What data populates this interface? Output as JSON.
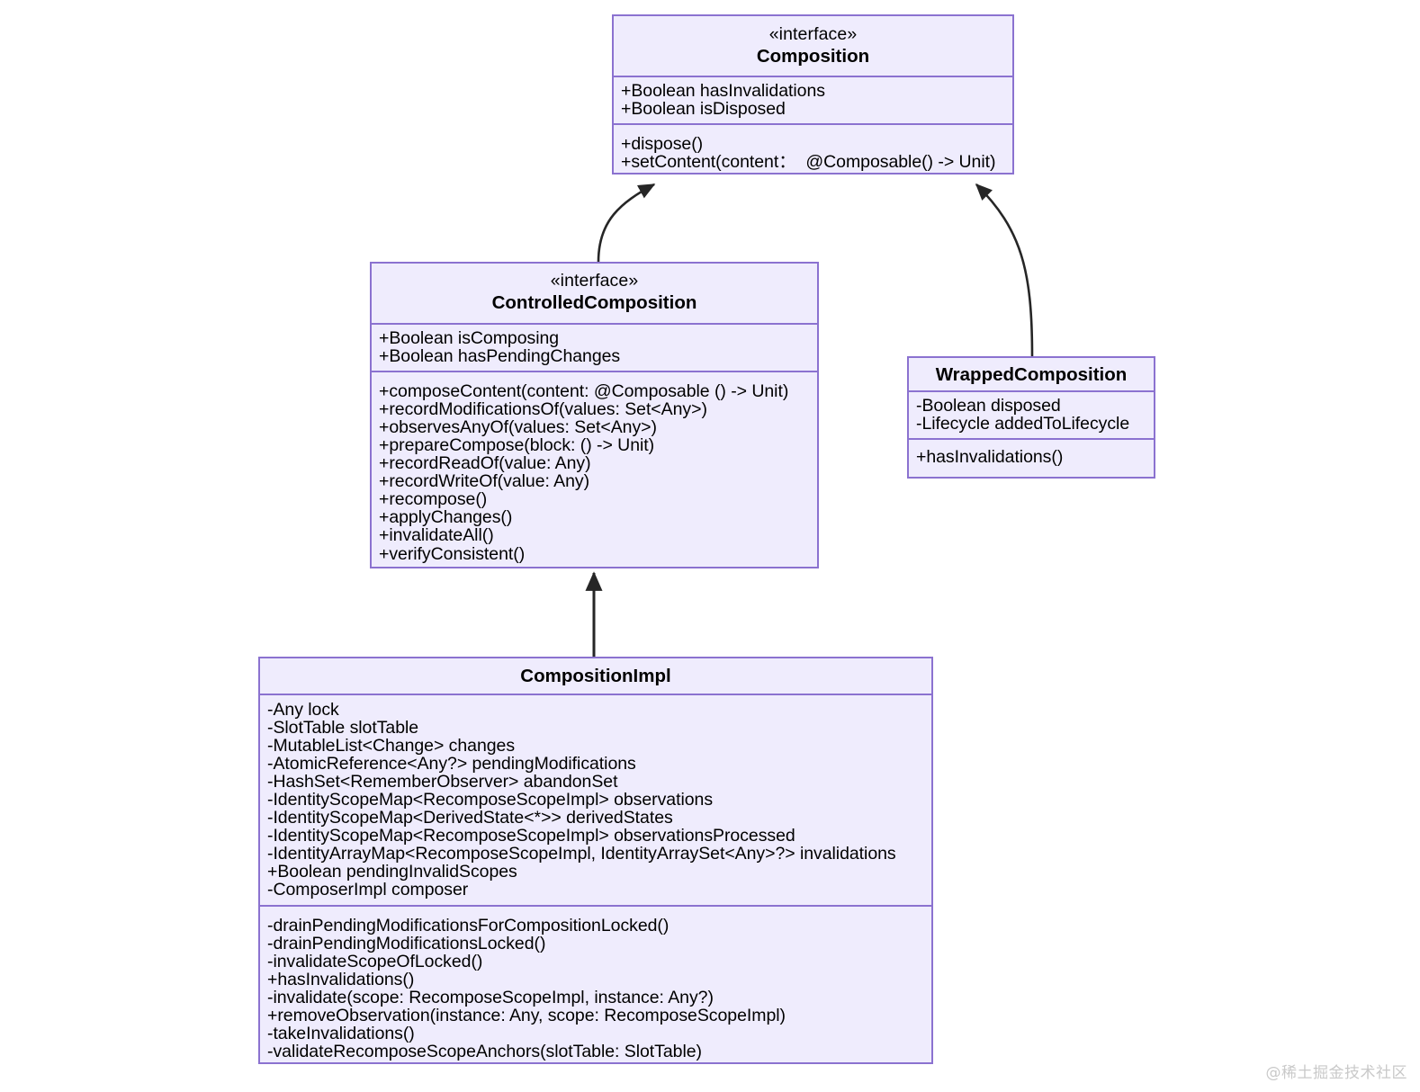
{
  "diagram": {
    "kind": "uml-class-diagram",
    "background_color": "#ffffff",
    "box_fill_color": "#efecfd",
    "box_border_color": "#8b72d0",
    "connector_color": "#262626",
    "text_color": "#000000"
  },
  "classes": {
    "composition": {
      "stereotype": "«interface»",
      "name": "Composition",
      "attributes": [
        "+Boolean hasInvalidations",
        "+Boolean isDisposed"
      ],
      "operations": [
        "+dispose()",
        "+setContent(content：  @Composable() -> Unit)"
      ]
    },
    "controlled_composition": {
      "stereotype": "«interface»",
      "name": "ControlledComposition",
      "attributes": [
        "+Boolean isComposing",
        "+Boolean hasPendingChanges"
      ],
      "operations": [
        "+composeContent(content: @Composable () -> Unit)",
        "+recordModificationsOf(values: Set<Any>)",
        "+observesAnyOf(values: Set<Any>)",
        "+prepareCompose(block: () -> Unit)",
        "+recordReadOf(value: Any)",
        "+recordWriteOf(value: Any)",
        "+recompose()",
        "+applyChanges()",
        "+invalidateAll()",
        "+verifyConsistent()"
      ]
    },
    "wrapped_composition": {
      "stereotype": "",
      "name": "WrappedComposition",
      "attributes": [
        "-Boolean disposed",
        "-Lifecycle addedToLifecycle"
      ],
      "operations": [
        "+hasInvalidations()"
      ]
    },
    "composition_impl": {
      "stereotype": "",
      "name": "CompositionImpl",
      "attributes": [
        "-Any lock",
        "-SlotTable slotTable",
        "-MutableList<Change> changes",
        "-AtomicReference<Any?> pendingModifications",
        "-HashSet<RememberObserver> abandonSet",
        "-IdentityScopeMap<RecomposeScopeImpl> observations",
        "-IdentityScopeMap<DerivedState<*>> derivedStates",
        "-IdentityScopeMap<RecomposeScopeImpl> observationsProcessed",
        "-IdentityArrayMap<RecomposeScopeImpl, IdentityArraySet<Any>?> invalidations",
        "+Boolean pendingInvalidScopes",
        "-ComposerImpl composer"
      ],
      "operations": [
        "-drainPendingModificationsForCompositionLocked()",
        "-drainPendingModificationsLocked()",
        "-invalidateScopeOfLocked()",
        "+hasInvalidations()",
        "-invalidate(scope: RecomposeScopeImpl, instance: Any?)",
        "+removeObservation(instance: Any, scope: RecomposeScopeImpl)",
        "-takeInvalidations()",
        "-validateRecomposeScopeAnchors(slotTable: SlotTable)"
      ]
    }
  },
  "relationships": [
    {
      "id": "controlled-to-composition",
      "type": "generalization",
      "from": "ControlledComposition",
      "to": "Composition",
      "arrow": "hollow-filled-triangle"
    },
    {
      "id": "wrapped-to-composition",
      "type": "generalization",
      "from": "WrappedComposition",
      "to": "Composition",
      "arrow": "hollow-filled-triangle"
    },
    {
      "id": "impl-to-controlled",
      "type": "generalization",
      "from": "CompositionImpl",
      "to": "ControlledComposition",
      "arrow": "hollow-filled-triangle"
    }
  ],
  "watermark": {
    "text": "@稀土掘金技术社区"
  }
}
